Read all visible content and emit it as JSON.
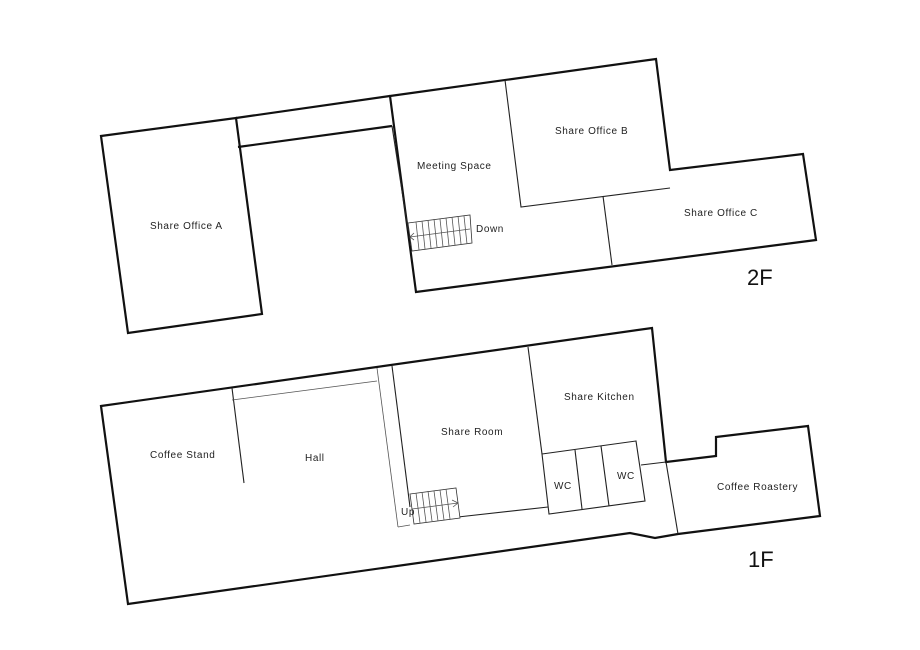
{
  "floor_2f": {
    "label": "2F",
    "rooms": {
      "share_office_a": "Share  Office  A",
      "meeting_space": "Meeting  Space",
      "share_office_b": "Share  Office  B",
      "share_office_c": "Share  Office  C"
    },
    "stair_label": "Down"
  },
  "floor_1f": {
    "label": "1F",
    "rooms": {
      "coffee_stand": "Coffee  Stand",
      "hall": "Hall",
      "share_room": "Share  Room",
      "share_kitchen": "Share  Kitchen",
      "wc_left": "WC",
      "wc_right": "WC",
      "coffee_roastery": "Coffee  Roastery"
    },
    "stair_label": "Up"
  }
}
